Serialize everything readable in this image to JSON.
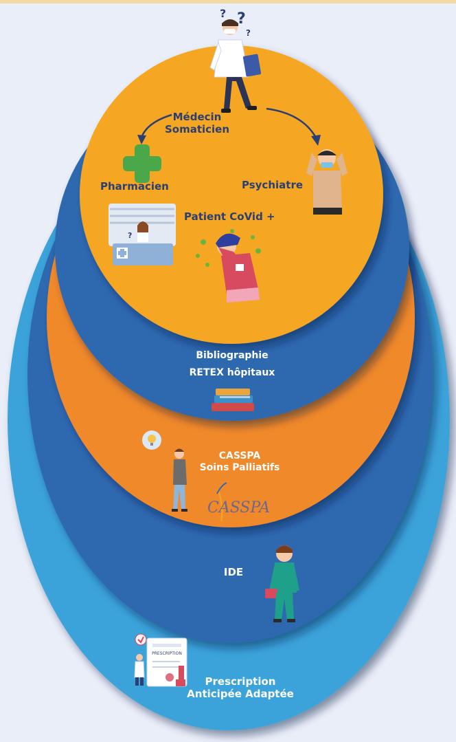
{
  "colors": {
    "background": "#e9eef8",
    "sky_blue": "#3aa3da",
    "mid_blue": "#2f69b0",
    "orange": "#f0892a",
    "yellow_orange": "#f5a623",
    "navy_text": "#2b3f73",
    "white_text": "#ffffff"
  },
  "layers": [
    {
      "id": "prescription",
      "color": "#3aa3da",
      "lines": [
        "Prescription",
        "Anticipée Adaptée"
      ],
      "icon": "prescription-icon"
    },
    {
      "id": "ide",
      "color": "#2f69b0",
      "lines": [
        "IDE"
      ],
      "icon": "nurse-icon"
    },
    {
      "id": "casspa",
      "color": "#f0892a",
      "lines": [
        "CASSPA",
        "Soins Palliatifs"
      ],
      "icon": "thinking-person-icon",
      "logo_text": "CASSPA"
    },
    {
      "id": "bibliographie",
      "color": "#2f69b0",
      "lines": [
        "Bibliographie",
        "RETEX hôpitaux"
      ],
      "icon": "books-icon"
    },
    {
      "id": "core",
      "color": "#f5a623"
    }
  ],
  "core": {
    "medecin": [
      "Médecin",
      "Somaticien"
    ],
    "pharmacien": "Pharmacien",
    "psychiatre": "Psychiatre",
    "patient": "Patient CoVid +"
  }
}
